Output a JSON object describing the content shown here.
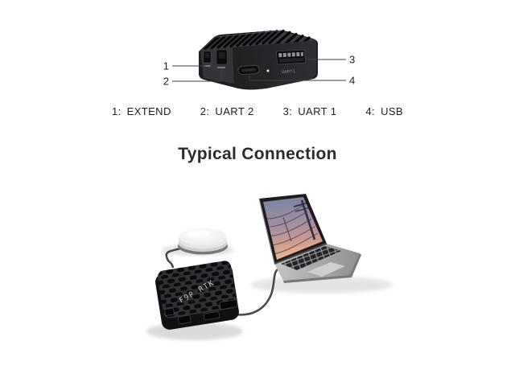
{
  "device_diagram": {
    "callout_numbers": [
      "1",
      "2",
      "3",
      "4"
    ],
    "front_print": "UART1"
  },
  "port_legend": {
    "items": [
      {
        "num": "1:",
        "name": "EXTEND"
      },
      {
        "num": "2:",
        "name": "UART 2"
      },
      {
        "num": "3:",
        "name": "UART 1"
      },
      {
        "num": "4:",
        "name": "USB"
      }
    ]
  },
  "section_title": "Typical Connection",
  "connection": {
    "receiver_print": "F9P RTK",
    "parts": [
      "gnss-antenna",
      "antenna-cable",
      "rtk-receiver",
      "usb-cable",
      "laptop"
    ]
  },
  "colors": {
    "text": "#1f1f1f",
    "device_body": "#1d1d20",
    "callout_line": "#3f3f3f",
    "sky_top": "#7b84a4",
    "sky_bottom": "#f2c096",
    "laptop_silver": "#b9babc"
  }
}
